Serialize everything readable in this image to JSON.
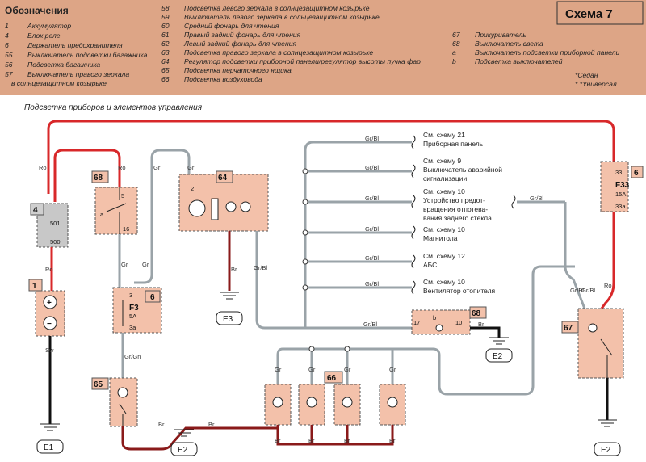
{
  "header": {
    "title": "Обозначения",
    "scheme": "Схема 7",
    "legend_col1": [
      {
        "num": "1",
        "text": "Аккумулятор"
      },
      {
        "num": "4",
        "text": "Блок реле"
      },
      {
        "num": "6",
        "text": "Держатель предохранителя"
      },
      {
        "num": "55",
        "text": "Выключатель подсветки багажника"
      },
      {
        "num": "56",
        "text": "Подсветка багажника"
      },
      {
        "num": "57",
        "text": "Выключатель правого зеркала"
      },
      {
        "num": "",
        "text": "в солнцезащитном козырьке"
      }
    ],
    "legend_col2": [
      {
        "num": "58",
        "text": "Подсветка левого зеркала в солнцезащитном козырьке"
      },
      {
        "num": "59",
        "text": "Выключатель левого зеркала в солнцезащитном козырьке"
      },
      {
        "num": "60",
        "text": "Средний фонарь для чтения"
      },
      {
        "num": "61",
        "text": "Правый задний фонарь для чтения"
      },
      {
        "num": "62",
        "text": "Левый задний фонарь для чтения"
      },
      {
        "num": "63",
        "text": "Подсветка правого зеркала в солнцезащитном козырьке"
      },
      {
        "num": "64",
        "text": "Регулятор подсветки приборной панели/регулятор высоты пучка фар"
      },
      {
        "num": "65",
        "text": "Подсветка перчаточного ящика"
      },
      {
        "num": "66",
        "text": "Подсветка воздуховода"
      }
    ],
    "legend_col3": [
      {
        "num": "67",
        "text": "Прикуриватель"
      },
      {
        "num": "68",
        "text": "Выключатель света"
      },
      {
        "num": "a",
        "text": "Выключатель подсветки приборной панели"
      },
      {
        "num": "b",
        "text": "Подсветка выключателей"
      }
    ],
    "notes": [
      "*Седан",
      "* *Универсал"
    ]
  },
  "diagram": {
    "subtitle": "Подсветка приборов и элементов управления",
    "wire_labels": {
      "ro": "Ro",
      "gr": "Gr",
      "gr_bl": "Gr/Bl",
      "gr_gn": "Gr/Gn",
      "br": "Br",
      "sw": "Sw"
    },
    "refs": [
      {
        "line1": "См. схему 21",
        "line2": "Приборная панель",
        "line3": ""
      },
      {
        "line1": "См. схему 9",
        "line2": "Выключатель аварийной",
        "line3": "сигнализации"
      },
      {
        "line1": "См. схему 10",
        "line2": "Устройство предот-",
        "line3": "вращения отпотева-"
      },
      {
        "line1": "См. схему 10",
        "line2": "Магнитола",
        "line3": ""
      },
      {
        "line1": "См. схему 12",
        "line2": "АБС",
        "line3": ""
      },
      {
        "line1": "См. схему 10",
        "line2": "Вентилятор отопителя",
        "line3": ""
      }
    ],
    "ref3_line4": "вания заднего стекла",
    "components": {
      "c1": "1",
      "c4": "4",
      "c6": "6",
      "c64": "64",
      "c65": "65",
      "c66": "66",
      "c67": "67",
      "c68": "68"
    },
    "pins": {
      "p501": "501",
      "p500": "500",
      "p3": "3",
      "p3a": "3a",
      "p33": "33",
      "p33a": "33a",
      "p17": "17",
      "p10": "10",
      "p16": "16",
      "p5": "5",
      "p2": "2",
      "pa": "a",
      "pb": "b"
    },
    "fuse_f3": {
      "name": "F3",
      "rating": "5A"
    },
    "fuse_f33": {
      "name": "F33",
      "rating": "15A"
    },
    "battery": {
      "plus": "+",
      "minus": "−"
    },
    "grounds": {
      "e1": "E1",
      "e2": "E2",
      "e3": "E3"
    }
  }
}
